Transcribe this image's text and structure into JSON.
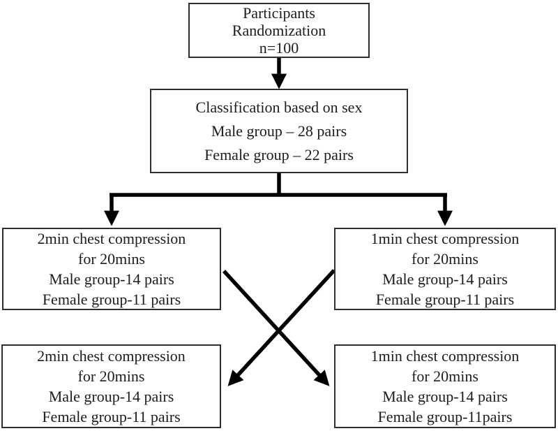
{
  "palette": {
    "background": "#ffffff",
    "box_border": "#2e2e2e",
    "arrow": "#000000",
    "text": "#1c1c1c"
  },
  "nodes": {
    "participants": {
      "lines": [
        "Participants",
        "Randomization",
        "n=100"
      ]
    },
    "classification": {
      "lines": [
        "Classification based on sex",
        "Male group – 28 pairs",
        "Female group – 22 pairs"
      ]
    },
    "arm_2min_first": {
      "lines": [
        "2min chest compression",
        "for 20mins",
        "Male group-14 pairs",
        "Female group-11 pairs"
      ]
    },
    "arm_1min_first": {
      "lines": [
        "1min chest compression",
        "for 20mins",
        "Male group-14 pairs",
        "Female group-11 pairs"
      ]
    },
    "arm_2min_second": {
      "lines": [
        "2min chest compression",
        "for 20mins",
        "Male group-14 pairs",
        "Female group-11 pairs"
      ]
    },
    "arm_1min_second": {
      "lines": [
        "1min chest compression",
        "for 20mins",
        "Male group-14 pairs",
        "Female group-11pairs"
      ]
    }
  },
  "edges": [
    {
      "from": "participants",
      "to": "classification"
    },
    {
      "from": "classification",
      "to": "arm_2min_first"
    },
    {
      "from": "classification",
      "to": "arm_1min_first"
    },
    {
      "from": "arm_2min_first",
      "to": "arm_1min_second"
    },
    {
      "from": "arm_1min_first",
      "to": "arm_2min_second"
    }
  ]
}
